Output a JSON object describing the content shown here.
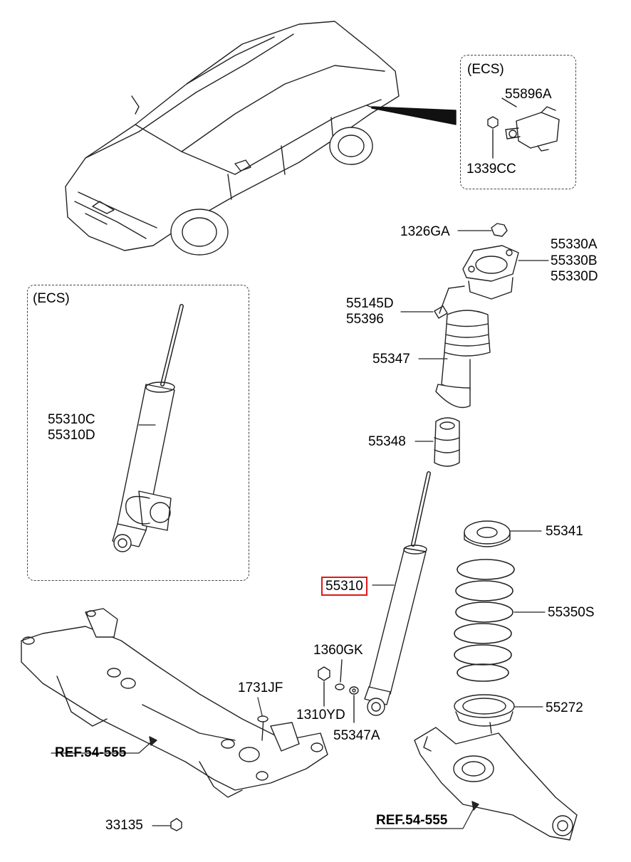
{
  "ecs_label": "(ECS)",
  "highlight_color": "#e01818",
  "parts": {
    "p55896A": "55896A",
    "p1339CC": "1339CC",
    "p1326GA": "1326GA",
    "p55330A": "55330A",
    "p55330B": "55330B",
    "p55330D": "55330D",
    "p55145D": "55145D",
    "p55396": "55396",
    "p55347": "55347",
    "p55348": "55348",
    "p55341": "55341",
    "p55310": "55310",
    "p55350S": "55350S",
    "p55310C": "55310C",
    "p55310D": "55310D",
    "p1360GK": "1360GK",
    "p1731JF": "1731JF",
    "p1310YD": "1310YD",
    "p55347A": "55347A",
    "p55272": "55272",
    "p33135": "33135"
  },
  "refs": {
    "left": "REF.54-555",
    "right": "REF.54-555"
  }
}
